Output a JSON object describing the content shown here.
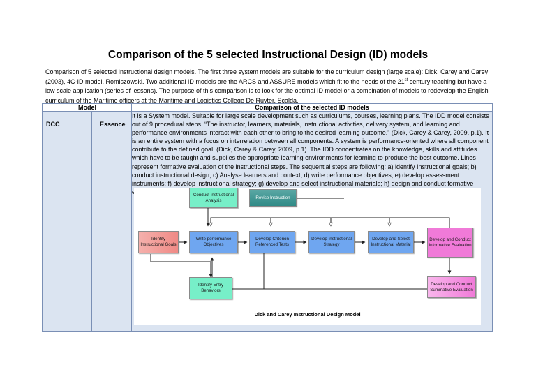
{
  "document": {
    "title": "Comparison of the 5 selected Instructional Design (ID) models",
    "intro_part1": "Comparison of 5 selected Instructional design models. The first three system models are suitable for the curriculum design (large scale): Dick, Carey and Carey (2003), 4C-ID model, Romiszowski. Two additional ID models are the ARCS and ASSURE models which fit to the needs of the 21",
    "intro_sup": "st",
    "intro_part2": " century teaching but have a low scale application (series of lessons). The purpose of this comparison is to look for the optimal ID model or a combination of models to redevelop the English  curriculum of the Maritime officers at the Maritime and Logistics College De Ruyter, Scalda."
  },
  "table": {
    "col_model": "Model",
    "col_comparison": "Comparison of the selected ID models",
    "row": {
      "model": "DCC",
      "aspect": "Essence",
      "description": "It is a System model. Suitable for large scale development such as curriculums, courses, learning plans. The IDD model consists out of 9 procedural steps. “The instructor, learners, materials, instructional activities, delivery system, and learning and performance environments interact with each other to bring to the desired learning outcome.” (Dick, Carey & Carey, 2009, p.1). It is an entire system with a focus on interrelation between all components. A system is performance-oriented where all component contribute to the defined goal. (Dick, Carey & Carey, 2009, p.1). The IDD concentrates on the knowledge, skills and attitudes which have to be taught and supplies the appropriate learning environments for learning to produce the best outcome. Lines represent formative evaluation of the instructional steps. The sequential steps are following: a) identify Instructional goals; b) conduct instructional design; c) Analyse learners and context; d) write performance objectives; e) develop assessment instruments; f) develop instructional strategy; g) develop and select instructional materials; h) design and conduct formative evaluation of instruction; i) revise instruction; j) design and conduct summative evaluation (not mandatory)."
    }
  },
  "diagram": {
    "caption": "Dick and Carey Instructional Design Model",
    "nodes": {
      "conduct": "Conduct Instructional Analysis",
      "revise": "Revise Instruction",
      "identify_goals": "Identify Instructional Goals",
      "write": "Write performance Objectives",
      "criterion": "Develop Criterion Referenced Tests",
      "strategy": "Develop Instructional Strategy",
      "material": "Develop and Select Instructional Material",
      "formative": "Develop and Conduct Informative Evaluation",
      "entry": "Identify Entry Behaviors",
      "summative": "Develop and Conduct Summative Evaluation"
    },
    "colors": {
      "green": "#77efc8",
      "teal": "#2f8a86",
      "red": "#f08a86",
      "blue": "#6fa6f0",
      "magenta": "#f07ad8"
    }
  }
}
